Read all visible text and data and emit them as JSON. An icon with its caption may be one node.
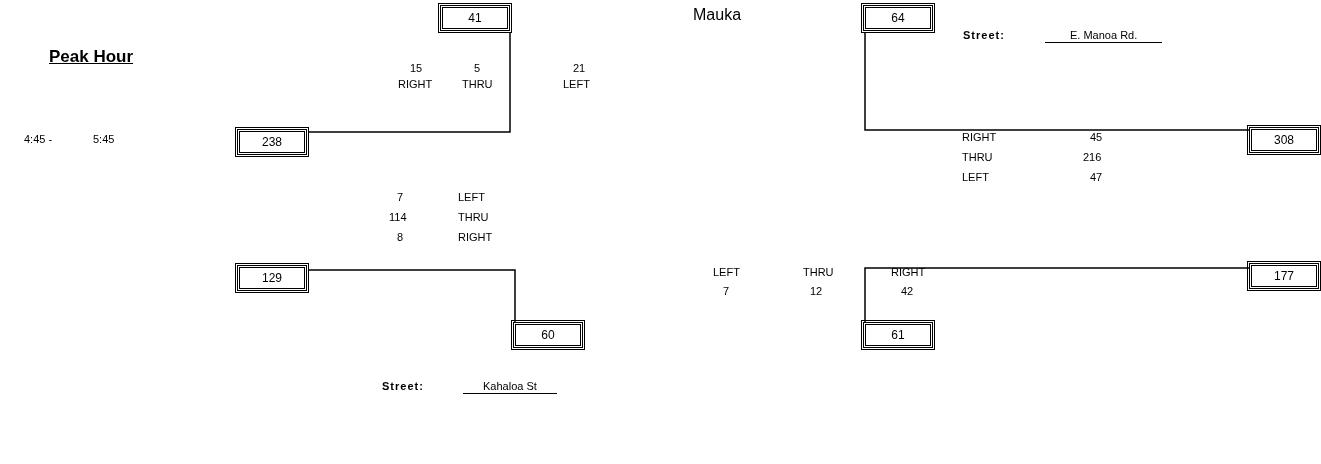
{
  "diagram": {
    "nodes": [
      {
        "text": [
          "41"
        ]
      },
      {
        "text": [
          "64"
        ]
      },
      {
        "text": [
          "238"
        ]
      },
      {
        "text": [
          "308"
        ]
      },
      {
        "text": [
          "129"
        ]
      },
      {
        "text": [
          "177"
        ]
      },
      {
        "text": [
          "60"
        ]
      },
      {
        "text": [
          "61"
        ]
      }
    ],
    "edges": [
      {
        "from": 0,
        "to": 2,
        "arrow": "none"
      },
      {
        "from": 1,
        "to": 3,
        "arrow": "none"
      },
      {
        "from": 4,
        "to": 6,
        "arrow": "none"
      },
      {
        "from": 5,
        "to": 7,
        "arrow": "none"
      }
    ],
    "labels": [
      "Mauka",
      "Street:",
      "E. Manoa Rd.",
      "Peak Hour",
      "15",
      "5",
      "21",
      "RIGHT",
      "THRU",
      "LEFT",
      "4:45 -",
      "5:45",
      "RIGHT",
      "45",
      "THRU",
      "216",
      "LEFT",
      "47",
      "7",
      "LEFT",
      "114",
      "THRU",
      "8",
      "RIGHT",
      "LEFT",
      "THRU",
      "RIGHT",
      "7",
      "12",
      "42",
      "Street:",
      "Kahaloa St"
    ]
  }
}
